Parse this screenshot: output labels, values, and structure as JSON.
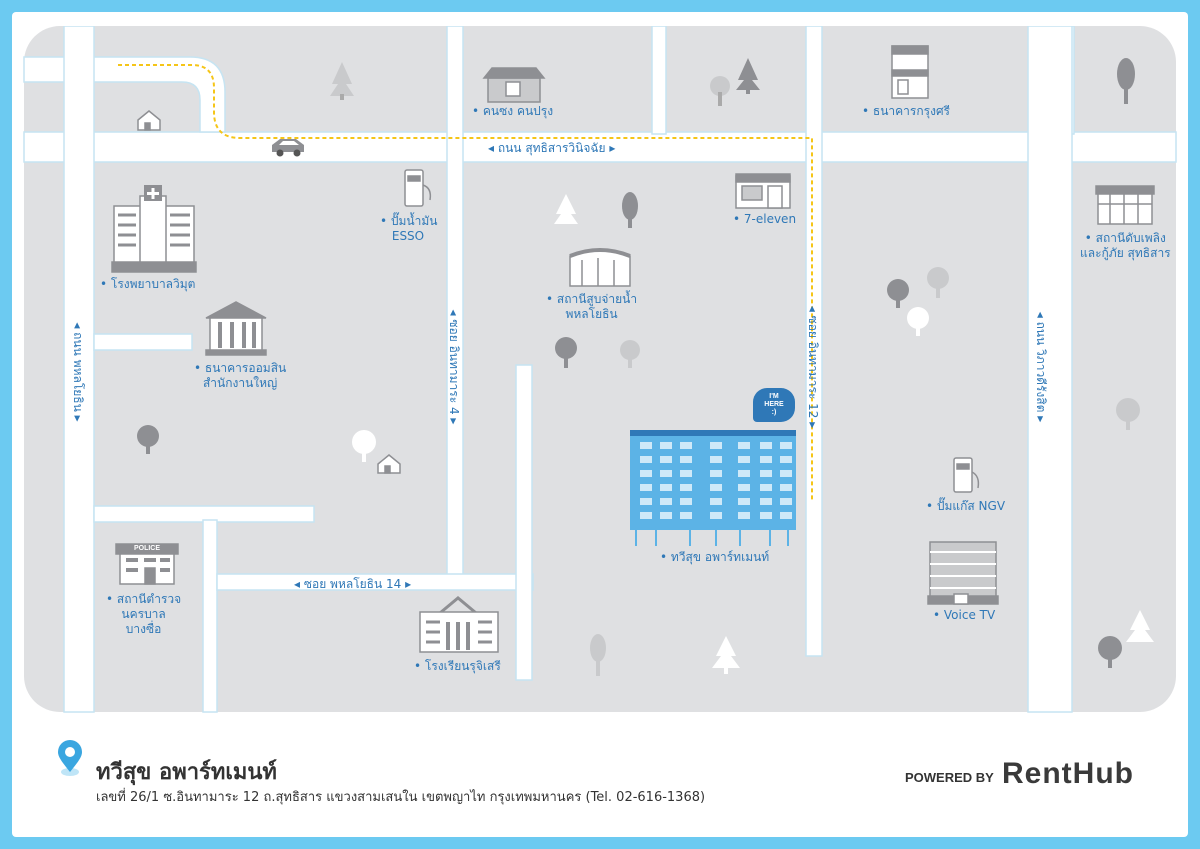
{
  "colors": {
    "frame": "#6ccaf1",
    "block": "#dfe0e2",
    "road_edge": "#c6e4f2",
    "label": "#2f78b7",
    "route": "#f5c518",
    "icon": "#8e8f93"
  },
  "places": {
    "hospital": "• โรงพยาบาลวิมุต",
    "gas_esso_1": "• ปั๊มน้ำมัน",
    "gas_esso_2": "ESSO",
    "store": "• คนซง คนปรุง",
    "bank_krungsri": "• ธนาคารกรุงศรี",
    "seven_eleven": "• 7-eleven",
    "fire_station_1": "• สถานีดับเพลิง",
    "fire_station_2": "และกู้ภัย สุทธิสาร",
    "water_station_1": "• สถานีสูบจ่ายน้ำ",
    "water_station_2": "พหลโยธิน",
    "gsb_bank_1": "• ธนาคารออมสิน",
    "gsb_bank_2": "สำนักงานใหญ่",
    "apartment": "• ทวีสุข อพาร์ทเมนท์",
    "ngv": "• ปั๊มแก๊ส NGV",
    "voice_tv": "• Voice TV",
    "police_1": "• สถานีตำรวจ",
    "police_2": "นครบาล",
    "police_3": "บางซื่อ",
    "school": "• โรงเรียนรุจิเสรี",
    "police_sign": "POLICE",
    "here_1": "I'M",
    "here_2": "HERE",
    "here_3": ":)"
  },
  "roads": {
    "sutthisan": "◂  ถนน สุทธิสารวินิจฉัย  ▸",
    "phahon": "◂  ถนน พหลโยธิน  ▸",
    "soi_inthamara4": "◂  ซอย อินทามาระ 4  ▸",
    "soi_inthamara12": "◂  ซอย อินทามาระ 12  ▸",
    "vibhavadi": "◂  ถนน วิภาวดีรังสิต  ▸",
    "soi_phahon14": "◂  ซอย พหลโยธิน 14  ▸"
  },
  "footer": {
    "title": "ทวีสุข อพาร์ทเมนท์",
    "address": "เลขที่ 26/1 ซ.อินทามาระ 12 ถ.สุทธิสาร แขวงสามเสนใน เขตพญาไท กรุงเทพมหานคร (Tel. 02-616-1368)",
    "powered": "POWERED BY",
    "brand": "RentHub"
  },
  "icons": [
    "hospital-icon",
    "gas-station-icon",
    "shop-icon",
    "bank-icon",
    "store-icon",
    "fire-station-icon",
    "water-station-icon",
    "apartment-building-icon",
    "ngv-pump-icon",
    "tv-building-icon",
    "police-station-icon",
    "school-icon",
    "house-icon",
    "car-icon",
    "tree-icon",
    "location-pin-icon"
  ]
}
